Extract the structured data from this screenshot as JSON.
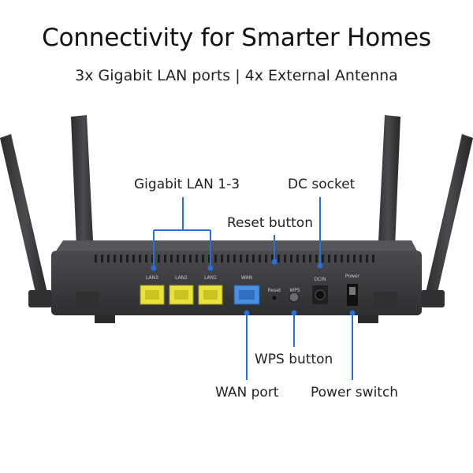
{
  "header": {
    "title": "Connectivity for Smarter Homes",
    "subtitle": "3x Gigabit LAN ports | 4x External Antenna"
  },
  "callouts": {
    "gigabit_lan": "Gigabit LAN 1-3",
    "dc_socket": "DC socket",
    "reset_button": "Reset button",
    "wps_button": "WPS button",
    "wan_port": "WAN port",
    "power_switch": "Power switch"
  },
  "router_labels": {
    "lan3": "LAN3",
    "lan2": "LAN2",
    "lan1": "LAN1",
    "wan": "WAN",
    "reset": "Reset",
    "wps": "WPS",
    "dcin": "DCIN",
    "power": "Power"
  },
  "colors": {
    "callout_line": "#2a6fd6",
    "lan_port": "#e8e23a",
    "wan_port": "#4a8fe0",
    "router_body": "#3a3b3d"
  }
}
